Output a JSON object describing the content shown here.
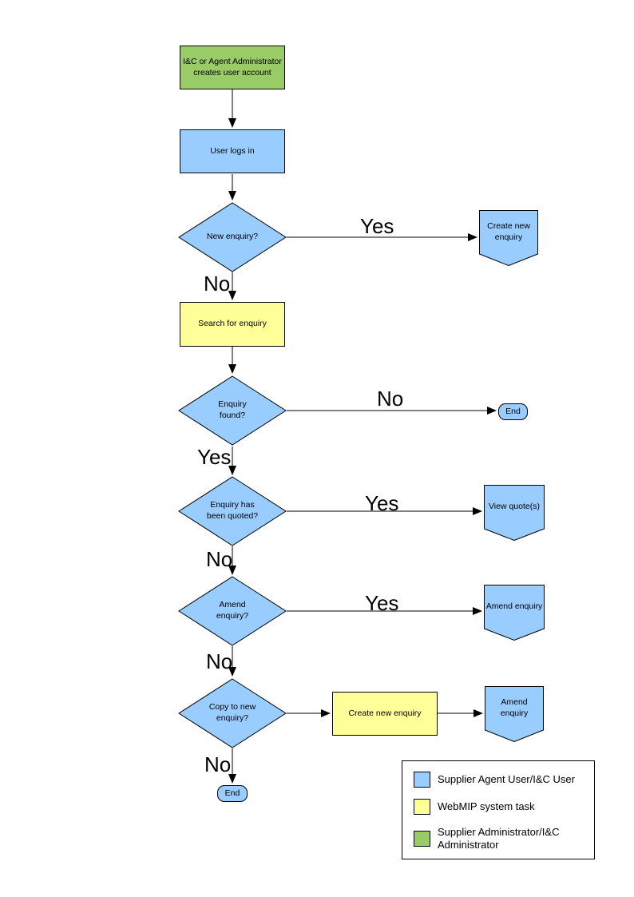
{
  "diagram": {
    "colors": {
      "actor_blue": "#99CCFF",
      "task_yellow": "#FFFF99",
      "admin_green": "#99CC66"
    },
    "nodes": {
      "admin_creates_account": "I&C or Agent Administrator\ncreates user account",
      "user_logs_in": "User logs in",
      "new_enquiry_q": "New enquiry?",
      "create_new_enquiry_offpage": "Create new\nenquiry",
      "search_for_enquiry": "Search for enquiry",
      "enquiry_found_q": "Enquiry\nfound?",
      "end_right": "End",
      "enquiry_quoted_q": "Enquiry has\nbeen quoted?",
      "view_quotes_offpage": "View quote(s)",
      "amend_enquiry_q": "Amend\nenquiry?",
      "amend_enquiry_offpage_1": "Amend enquiry",
      "copy_to_new_enquiry_q": "Copy to new\nenquiry?",
      "create_new_enquiry_task": "Create new enquiry",
      "amend_enquiry_offpage_2": "Amend enquiry",
      "end_bottom": "End"
    },
    "edge_labels": {
      "new_enquiry_yes": "Yes",
      "new_enquiry_no": "No",
      "enquiry_found_no": "No",
      "enquiry_found_yes": "Yes",
      "enquiry_quoted_yes": "Yes",
      "enquiry_quoted_no": "No",
      "amend_enquiry_yes": "Yes",
      "amend_enquiry_no": "No",
      "copy_to_new_no": "No"
    },
    "legend": {
      "items": [
        {
          "color": "#99CCFF",
          "label": "Supplier Agent User/I&C User"
        },
        {
          "color": "#FFFF99",
          "label": "WebMIP system task"
        },
        {
          "color": "#99CC66",
          "label": "Supplier Administrator/I&C\nAdministrator"
        }
      ]
    }
  }
}
